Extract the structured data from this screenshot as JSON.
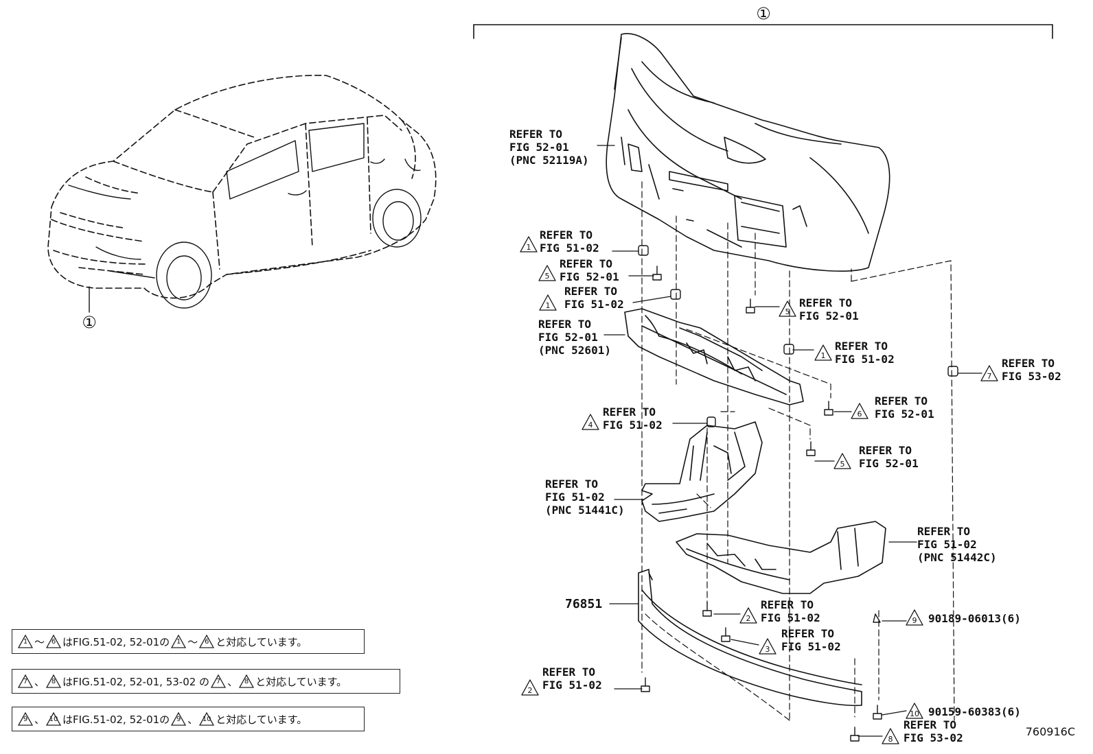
{
  "top_callout": "①",
  "car_callout": "①",
  "figure_code": "760916C",
  "part_number_76851": "76851",
  "callouts": [
    {
      "id": "c1",
      "lines": [
        "REFER TO",
        "FIG 52-01",
        "(PNC 52119A)"
      ]
    },
    {
      "id": "c2",
      "tri": "1",
      "lines": [
        "REFER TO",
        "FIG 51-02"
      ]
    },
    {
      "id": "c3",
      "tri": "5",
      "lines": [
        "REFER TO",
        "FIG 52-01"
      ]
    },
    {
      "id": "c4",
      "tri": "1",
      "lines": [
        "REFER TO",
        "FIG 51-02"
      ]
    },
    {
      "id": "c5",
      "lines": [
        "REFER TO",
        "FIG 52-01",
        "(PNC 52601)"
      ]
    },
    {
      "id": "c6",
      "tri": "5",
      "lines": [
        "REFER TO",
        "FIG 52-01"
      ]
    },
    {
      "id": "c7",
      "tri": "1",
      "lines": [
        "REFER TO",
        "FIG 51-02"
      ]
    },
    {
      "id": "c8",
      "tri": "7",
      "lines": [
        "REFER TO",
        "FIG 53-02"
      ]
    },
    {
      "id": "c9",
      "tri": "6",
      "lines": [
        "REFER TO",
        "FIG 52-01"
      ]
    },
    {
      "id": "c10",
      "tri": "4",
      "lines": [
        "REFER TO",
        "FIG 51-02"
      ]
    },
    {
      "id": "c11",
      "tri": "5",
      "lines": [
        "REFER TO",
        "FIG 52-01"
      ]
    },
    {
      "id": "c12",
      "lines": [
        "REFER TO",
        "FIG 51-02",
        "(PNC 51441C)"
      ]
    },
    {
      "id": "c13",
      "lines": [
        "REFER TO",
        "FIG 51-02",
        "(PNC 51442C)"
      ]
    },
    {
      "id": "c14",
      "tri": "2",
      "lines": [
        "REFER TO",
        "FIG 51-02"
      ]
    },
    {
      "id": "c15",
      "tri": "3",
      "lines": [
        "REFER TO",
        "FIG 51-02"
      ]
    },
    {
      "id": "c16",
      "tri": "9",
      "lines": [
        "90189-06013(6)"
      ]
    },
    {
      "id": "c17",
      "tri": "2",
      "lines": [
        "REFER TO",
        "FIG 51-02"
      ]
    },
    {
      "id": "c18",
      "tri": "10",
      "lines": [
        "90159-60383(6)"
      ]
    },
    {
      "id": "c19",
      "tri": "8",
      "lines": [
        "REFER TO",
        "FIG 53-02"
      ]
    }
  ],
  "notes": [
    {
      "a": "1",
      "sep": "～",
      "b": "6",
      "mid": "はFIG.51-02, 52-01の",
      "c": "1",
      "sep2": "～",
      "d": "6",
      "tail": "と対応しています。"
    },
    {
      "a": "7",
      "sep": "、",
      "b": "8",
      "mid": "はFIG.51-02, 52-01, 53-02 の",
      "c": "7",
      "sep2": "、",
      "d": "8",
      "tail": "と対応しています。"
    },
    {
      "a": "9",
      "sep": "、",
      "b": "10",
      "mid": "はFIG.51-02, 52-01の",
      "c": "9",
      "sep2": "、",
      "d": "10",
      "tail": "と対応しています。"
    }
  ]
}
